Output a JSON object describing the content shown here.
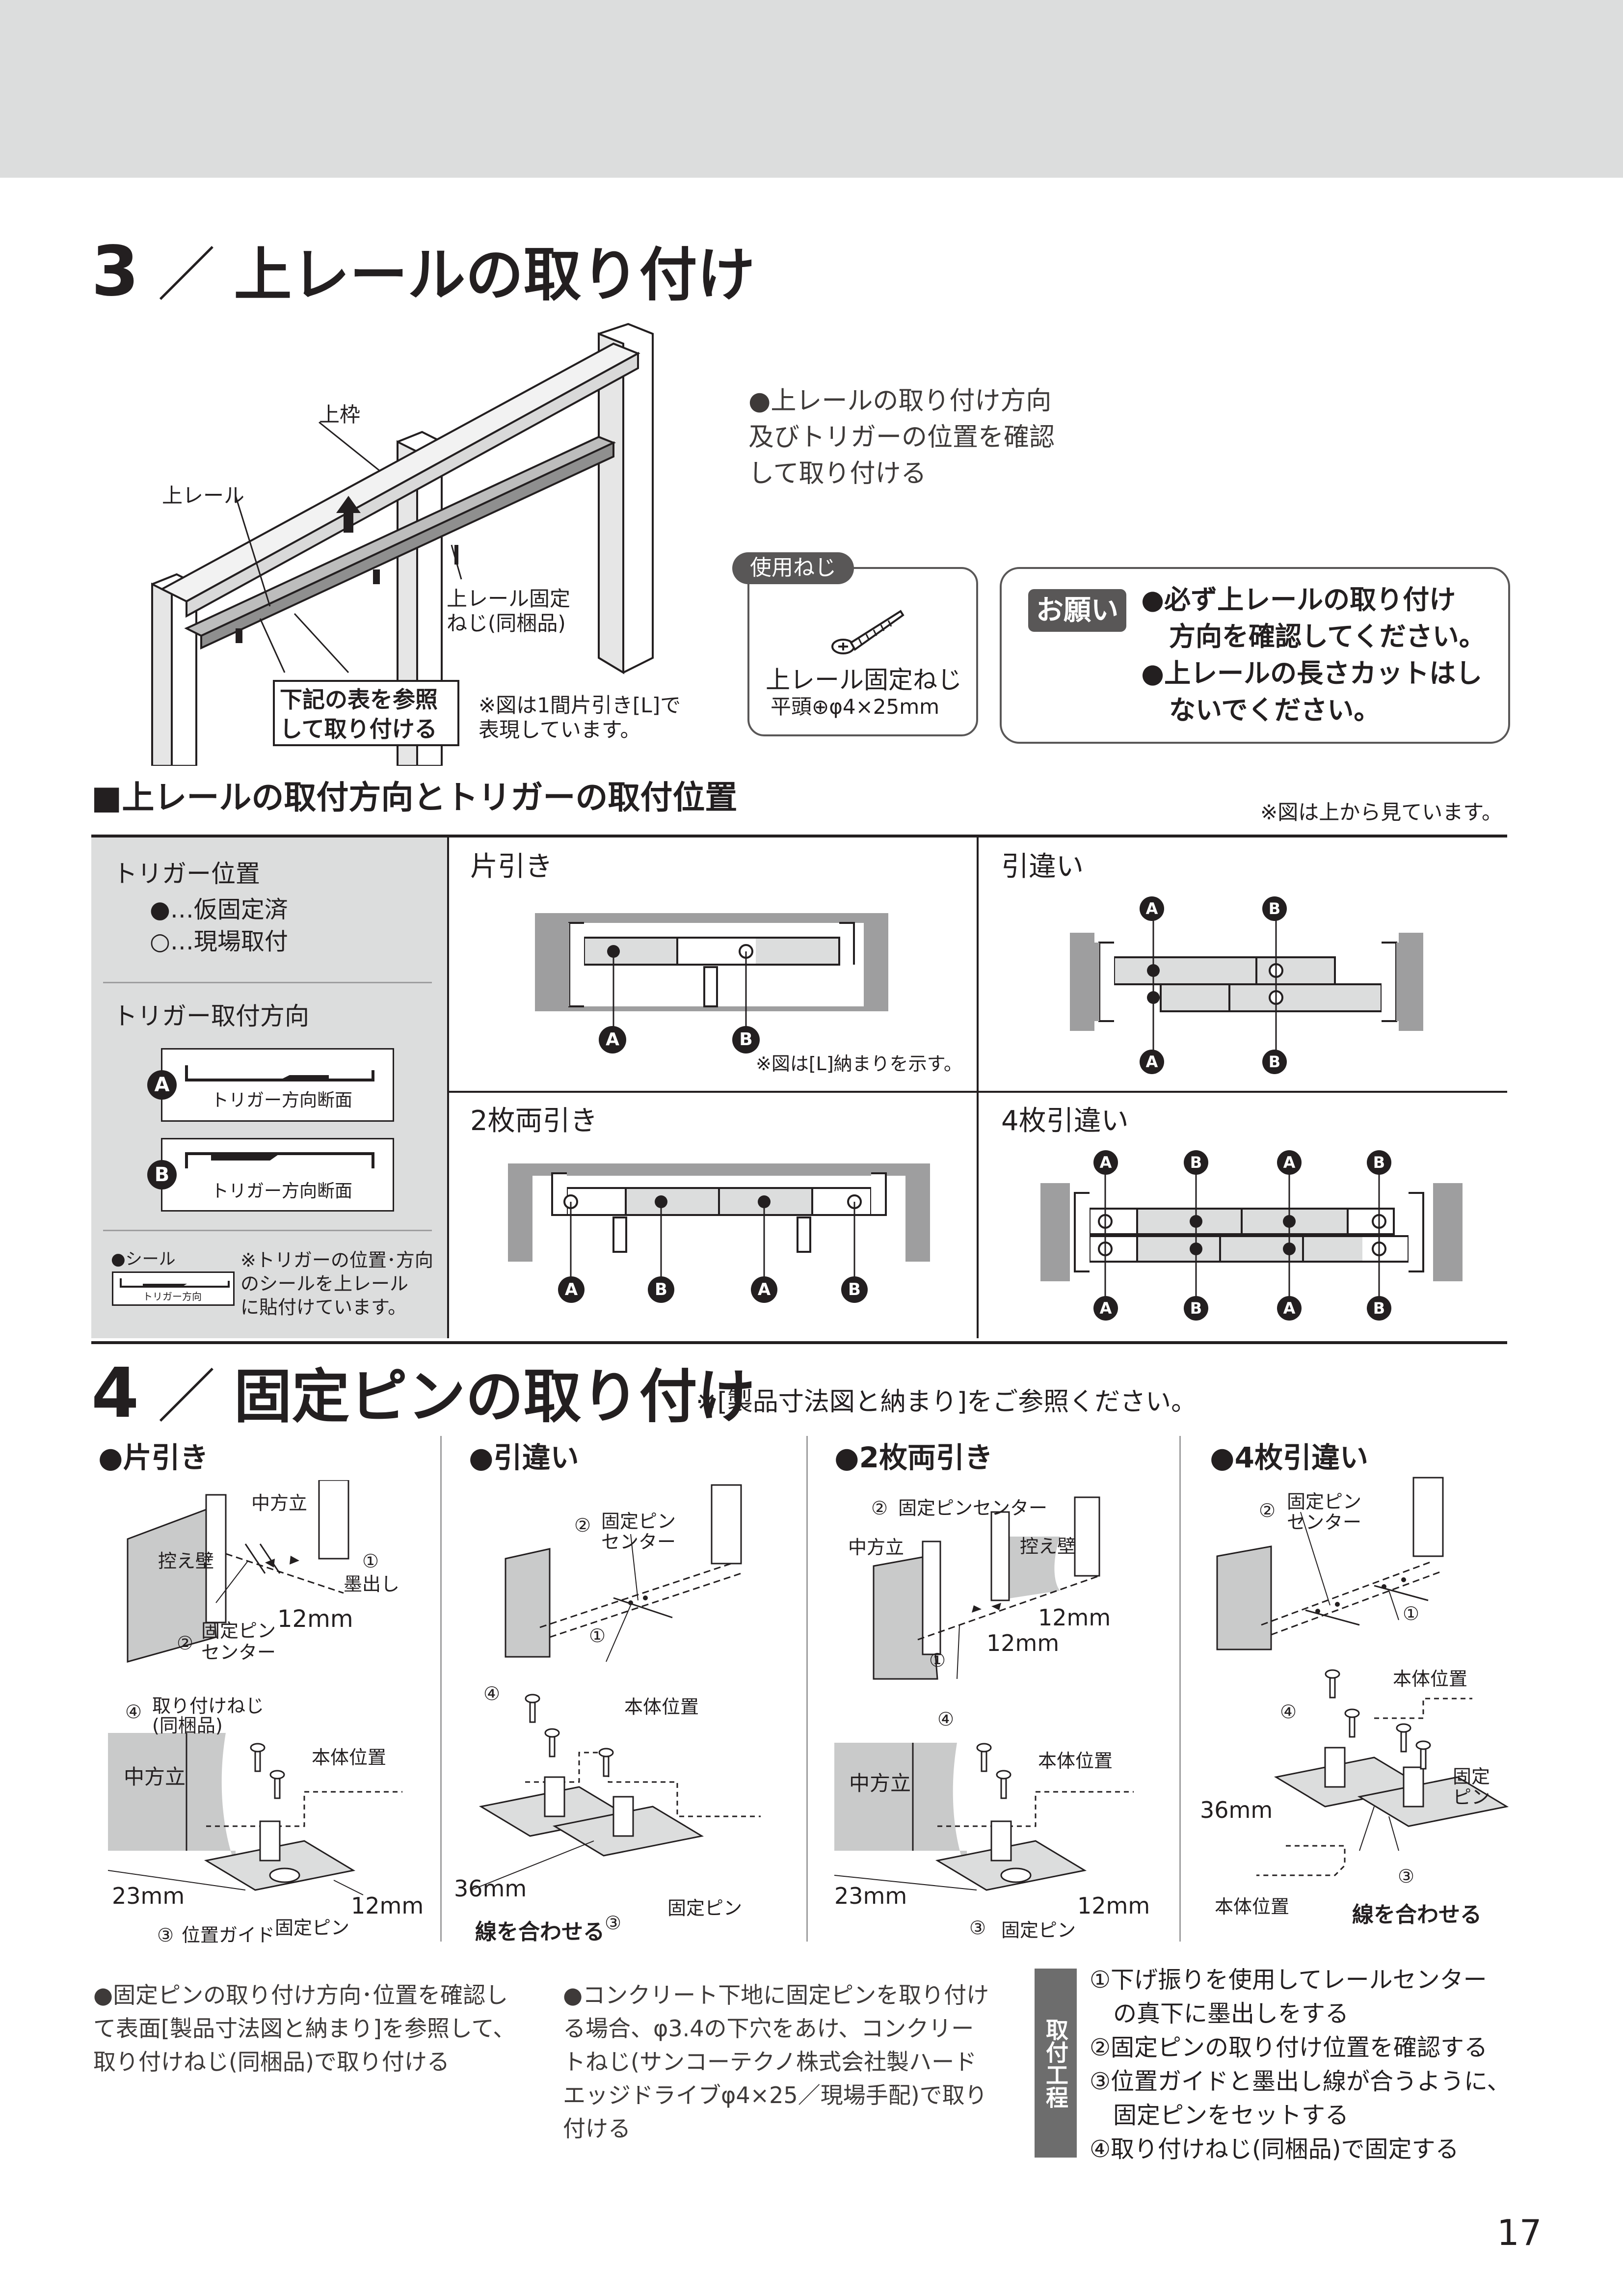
{
  "section3": {
    "number": "3",
    "title": "上レールの取り付け",
    "diagram": {
      "label_top_frame": "上枠",
      "label_top_rail": "上レール",
      "label_screw": "上レール固定\nねじ(同梱品)",
      "label_table_ref": "下記の表を参照\nして取り付ける",
      "note": "※図は1間片引き[L]で\n表現しています。"
    },
    "instruction": "●上レールの取り付け方向\n及びトリガーの位置を確認\nして取り付ける",
    "screw_box": {
      "tag": "使用ねじ",
      "name": "上レール固定ねじ",
      "spec": "平頭⊕φ4×25mm"
    },
    "request_box": {
      "badge": "お願い",
      "line1": "●必ず上レールの取り付け",
      "line2": "方向を確認してください。",
      "line3": "●上レールの長さカットはし",
      "line4": "ないでください。"
    }
  },
  "table_section": {
    "heading": "■上レールの取付方向とトリガーの取付位置",
    "note_top": "※図は上から見ています。",
    "legend": {
      "trigger_position_title": "トリガー位置",
      "filled_dot": "●…仮固定済",
      "open_dot": "○…現場取付",
      "direction_title": "トリガー取付方向",
      "a_mark": "A",
      "b_mark": "B",
      "section_label_a": "トリガー方向断面",
      "section_label_b": "トリガー方向断面",
      "seal_label": "●シール",
      "seal_small": "トリガー方向",
      "seal_note": "※トリガーの位置･方向\nのシールを上レール\nに貼付けています。"
    },
    "panels": {
      "katabiki": {
        "title": "片引き",
        "note": "※図は[L]納まりを示す。",
        "labels": [
          "A",
          "B"
        ]
      },
      "hikichigai": {
        "title": "引違い",
        "labels": [
          "A",
          "B",
          "A",
          "B"
        ]
      },
      "ryobiki": {
        "title": "2枚両引き",
        "labels": [
          "A",
          "B",
          "A",
          "B"
        ]
      },
      "yonmai": {
        "title": "4枚引違い",
        "labels": [
          "A",
          "B",
          "A",
          "B"
        ]
      }
    }
  },
  "section4": {
    "number": "4",
    "title": "固定ピンの取り付け",
    "note": "※[製品寸法図と納まり]をご参照ください。",
    "columns": [
      {
        "title": "●片引き",
        "upper": {
          "l1": "中方立",
          "l2": "控え壁",
          "l3": "①",
          "l3b": "墨出し",
          "l4": "②",
          "l4b": "固定ピン\nセンター",
          "dim": "12mm"
        },
        "lower": {
          "l1": "④",
          "l1b": "取り付けねじ\n(同梱品)",
          "l2": "中方立",
          "l3": "本体位置",
          "d1": "23mm",
          "d2": "12mm",
          "l4": "③",
          "l4b": "位置ガイド",
          "l5": "固定ピン"
        }
      },
      {
        "title": "●引違い",
        "upper": {
          "l1": "②",
          "l1b": "固定ピン\nセンター",
          "l2": "①"
        },
        "lower": {
          "l1": "④",
          "l2": "本体位置",
          "d1": "36mm",
          "l3": "線を合わせる",
          "l3n": "③",
          "l4": "固定ピン"
        }
      },
      {
        "title": "●2枚両引き",
        "upper": {
          "l1": "②",
          "l1b": "固定ピンセンター",
          "l2": "中方立",
          "l3": "控え壁",
          "d1": "12mm",
          "d2": "12mm",
          "l4": "①"
        },
        "lower": {
          "l1": "④",
          "l2": "中方立",
          "l3": "本体位置",
          "d1": "23mm",
          "d2": "12mm",
          "l4": "③",
          "l5": "固定ピン"
        }
      },
      {
        "title": "●4枚引違い",
        "upper": {
          "l1": "②",
          "l1b": "固定ピン\nセンター",
          "l2": "①"
        },
        "lower": {
          "l1": "本体位置",
          "l2": "④",
          "l3": "固定\nピン",
          "d1": "36mm",
          "l4": "③",
          "l5": "本体位置",
          "l6": "線を合わせる"
        }
      }
    ],
    "notes": {
      "left": "●固定ピンの取り付け方向･位置を確認して表面[製品寸法図と納まり]を参照して、取り付けねじ(同梱品)で取り付ける",
      "mid": "●コンクリート下地に固定ピンを取り付ける場合、φ3.4の下穴をあけ、コンクリートねじ(サンコーテクノ株式会社製ハードエッジドライブφ4×25／現場手配)で取り付ける",
      "process_tab": "取付工程",
      "steps": [
        "①下げ振りを使用してレールセンター",
        "　の真下に墨出しをする",
        "②固定ピンの取り付け位置を確認する",
        "③位置ガイドと墨出し線が合うように、",
        "　固定ピンをセットする",
        "④取り付けねじ(同梱品)で固定する"
      ]
    }
  },
  "page_number": "17"
}
